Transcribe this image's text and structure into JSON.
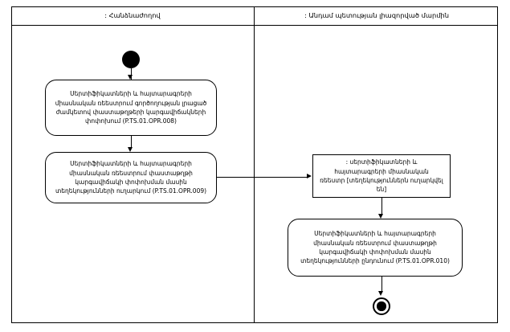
{
  "diagram": {
    "type": "uml-activity-diagram",
    "lanes": [
      {
        "id": "lane-commission",
        "title": ": Հանձնաժողով"
      },
      {
        "id": "lane-member-state-authority",
        "title": ": Անդամ պետության լիազորված մարմին"
      }
    ],
    "nodes": {
      "initial": {
        "kind": "initial-node",
        "label": ""
      },
      "activity1": {
        "kind": "activity",
        "lane": "lane-commission",
        "text": "Սերտիֆիկատների և հայտարագրերի\nմիասնական ռեեստրում գործողության լրացած\nժամկետով փաստաթղթերի կարգավիճակների\nփոփոխում (P.TS.01.OPR.008)",
        "code": "P.TS.01.OPR.008"
      },
      "activity2": {
        "kind": "activity",
        "lane": "lane-commission",
        "text": "Սերտիֆիկատների և հայտարագրերի\nմիասնական ռեեստրում փաստաթղթի\nկարգավիճակի փոփոխման մասին\nտեղեկությունների ուղարկում (P.TS.01.OPR.009)",
        "code": "P.TS.01.OPR.009"
      },
      "object1": {
        "kind": "object-node",
        "lane": "lane-member-state-authority",
        "text": ": սերտիֆիկատների և\nհայտարագրերի միասնական\nռեեստր [տեղեկություններն ուղարկվել\nեն]",
        "state": "[տեղեկություններն ուղարկվել են]"
      },
      "activity3": {
        "kind": "activity",
        "lane": "lane-member-state-authority",
        "text": "Սերտիֆիկատների և հայտարագրերի\nմիասնական ռեեստրում փաստաթղթի\nկարգավիճակի փոփոխման մասին\nտեղեկությունների ընդունում (P.TS.01.OPR.010)",
        "code": "P.TS.01.OPR.010"
      },
      "final": {
        "kind": "final-node",
        "label": ""
      }
    },
    "edges": [
      {
        "id": "edge-initial-to-activity1",
        "from": "initial",
        "to": "activity1",
        "direction": "down"
      },
      {
        "id": "edge-activity1-to-activity2",
        "from": "activity1",
        "to": "activity2",
        "direction": "down"
      },
      {
        "id": "edge-activity2-to-object1",
        "from": "activity2",
        "to": "object1",
        "direction": "right"
      },
      {
        "id": "edge-object1-to-activity3",
        "from": "object1",
        "to": "activity3",
        "direction": "down"
      },
      {
        "id": "edge-activity3-to-final",
        "from": "activity3",
        "to": "final",
        "direction": "down"
      }
    ],
    "colors": {
      "stroke": "#000000",
      "fill": "#ffffff",
      "text": "#000000"
    }
  }
}
